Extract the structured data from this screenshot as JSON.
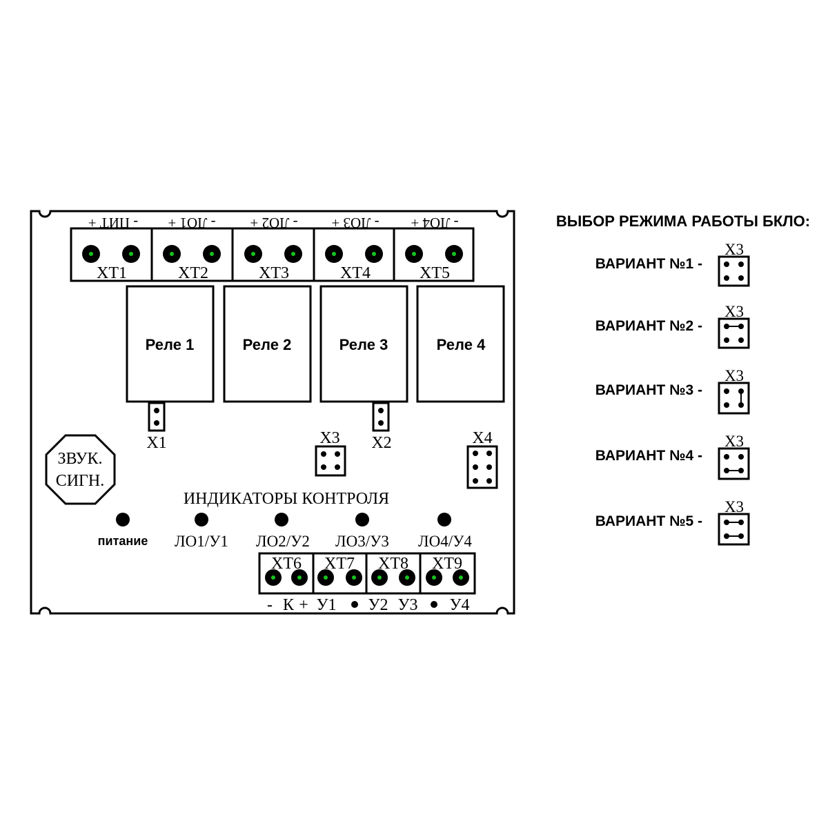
{
  "top_labels": [
    "- ПИТ +",
    "- ЛО1 +",
    "- ЛО2 +",
    "- ЛО3 +",
    "- ЛО4 +"
  ],
  "terminal_blocks_top": [
    "ХТ1",
    "ХТ2",
    "ХТ3",
    "ХТ4",
    "ХТ5"
  ],
  "relays": [
    "Реле 1",
    "Реле 2",
    "Реле 3",
    "Реле 4"
  ],
  "connectors": {
    "x1": "Х1",
    "x2": "Х2",
    "x3": "Х3",
    "x4": "Х4"
  },
  "sound_signal": {
    "line1": "ЗВУК.",
    "line2": "СИГН."
  },
  "indicators": {
    "title": "ИНДИКАТОРЫ КОНТРОЛЯ",
    "labels": [
      "питание",
      "ЛО1/У1",
      "ЛО2/У2",
      "ЛО3/У3",
      "ЛО4/У4"
    ]
  },
  "terminal_blocks_bottom": [
    "ХТ6",
    "ХТ7",
    "ХТ8",
    "ХТ9"
  ],
  "bottom_pins": {
    "minus": "-",
    "k": "К",
    "plus": "+",
    "u1": "У1",
    "u2": "У2",
    "u3": "У3",
    "u4": "У4"
  },
  "mode_selection": {
    "title": "ВЫБОР РЕЖИМА РАБОТЫ БКЛО:",
    "jumper_label": "Х3",
    "variants": [
      "ВАРИАНТ №1 -",
      "ВАРИАНТ №2 -",
      "ВАРИАНТ №3 -",
      "ВАРИАНТ №4 -",
      "ВАРИАНТ №5 -"
    ]
  },
  "colors": {
    "terminal_center": "#17c41d",
    "ink": "#000000"
  }
}
